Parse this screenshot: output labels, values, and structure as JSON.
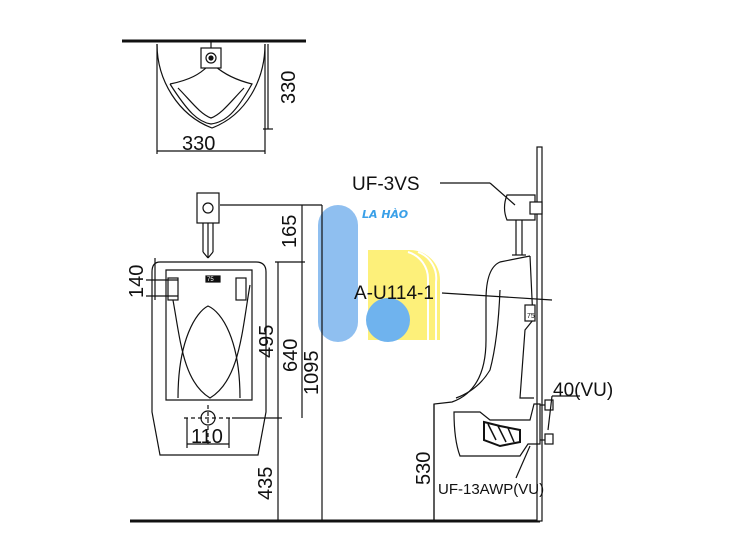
{
  "top_view": {
    "dim_width": "330",
    "dim_depth": "330"
  },
  "front_view": {
    "dim_flush_height": "165",
    "dim_bracket_spacing": "140",
    "dim_bowl_height": "495",
    "dim_body_height": "640",
    "dim_total_height": "1095",
    "dim_outlet_width": "110",
    "dim_outlet_height": "435",
    "bracket_mark": "75"
  },
  "side_view": {
    "valve_model": "UF-3VS",
    "urinal_model": "A-U114-1",
    "trap_model": "UF-13AWP(VU)",
    "dim_outlet_pipe": "40(VU)",
    "dim_trap_height": "530",
    "bracket_mark": "75"
  },
  "watermark": {
    "text": "LA HÀO",
    "colors": {
      "blue": "#8fbff0",
      "yellow": "#fdf07a",
      "cyan": "#6fd0f5"
    }
  }
}
